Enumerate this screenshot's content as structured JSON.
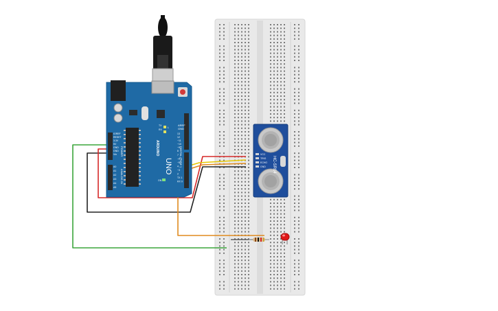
{
  "arduino": {
    "brand": "ARDUINO",
    "model": "UNO",
    "label_digital": "DIGITAL (PWM~)",
    "label_power": "POWER",
    "label_analog": "ANALOG IN",
    "label_aref": "AREF",
    "label_gnd": "GND",
    "label_ioref": "IOREF",
    "label_reset": "RESET",
    "label_3v3": "3.3V",
    "label_5v": "5V",
    "label_vin": "Vin",
    "label_tx": "TX",
    "label_rx": "RX",
    "label_l": "L",
    "label_on": "ON",
    "analog_pins": [
      "A0",
      "A1",
      "A2",
      "A3",
      "A4",
      "A5"
    ],
    "digital_pins": [
      "13",
      "12",
      "~11",
      "~10",
      "~9",
      "8",
      "7",
      "~6",
      "~5",
      "4",
      "~3",
      "2",
      "TX 1",
      "RX 0"
    ]
  },
  "sensor": {
    "model": "HC-SR04",
    "pins": [
      "VCC",
      "TRIG",
      "ECHO",
      "GND"
    ],
    "body_color": "#1f4e9c"
  },
  "colors": {
    "board": "#1f6aa5",
    "breadboard": "#e8e8e8",
    "wire_red": "#d62828",
    "wire_black": "#222222",
    "wire_green": "#3aa53a",
    "wire_yellow": "#e6c800",
    "wire_orange": "#e08a1e",
    "led_red": "#e01818"
  }
}
